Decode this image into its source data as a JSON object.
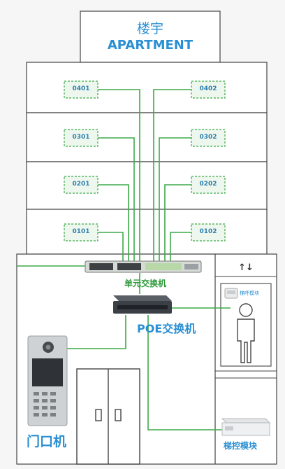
{
  "building": {
    "title_cn": "楼宇",
    "title_en": "APARTMENT"
  },
  "units": {
    "floor4_left": "0401",
    "floor4_right": "0402",
    "floor3_left": "0301",
    "floor3_right": "0302",
    "floor2_left": "0201",
    "floor2_right": "0202",
    "floor1_left": "0101",
    "floor1_right": "0102"
  },
  "devices": {
    "unit_switch": "单元交换机",
    "poe_switch": "POE交换机",
    "door_station": "门口机",
    "elevator_call_module": "梯呼模块",
    "elevator_control_module": "梯控模块"
  },
  "elevator": {
    "direction_symbol": "↑↓"
  },
  "colors": {
    "network_line": "#3daa4a",
    "label_blue": "#2a8fd3",
    "label_green": "#2f9a3a",
    "outline": "#444444"
  }
}
